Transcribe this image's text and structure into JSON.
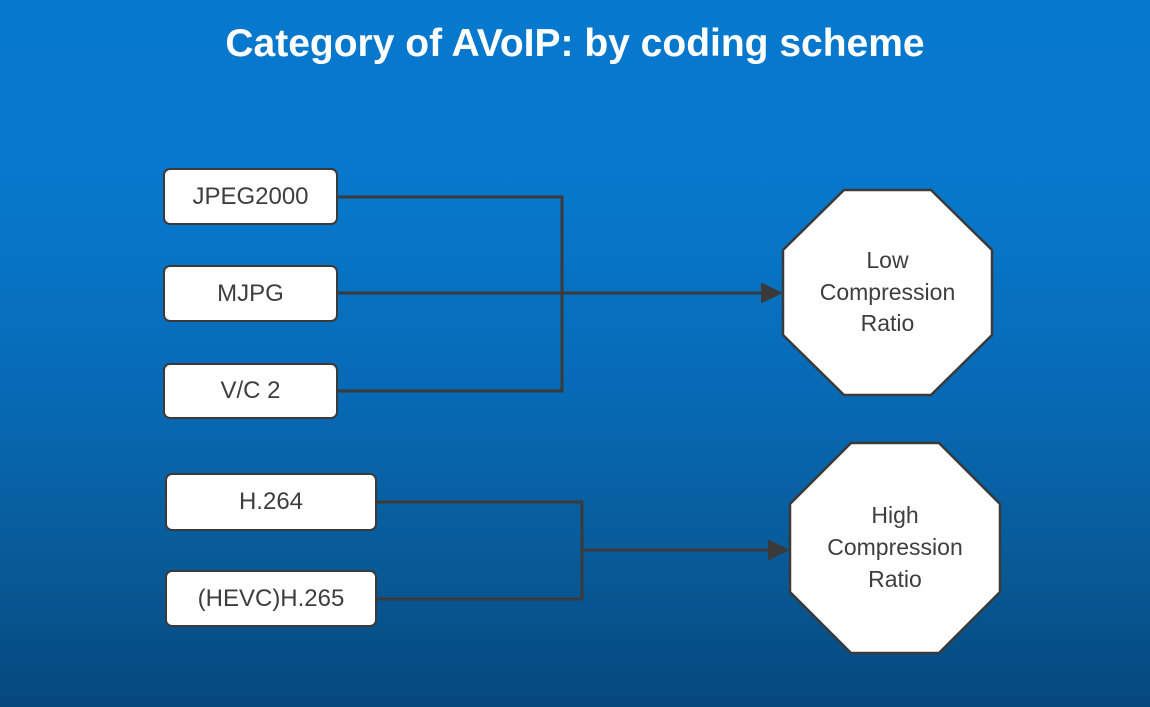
{
  "title": "Category of AVoIP: by coding scheme",
  "colors": {
    "background_top": "#0779CE",
    "background_bottom": "#05487E",
    "node_fill": "#FFFFFF",
    "node_border": "#3A3A3A",
    "node_text": "#3E3E3E",
    "connector": "#3A3A3A",
    "title_text": "#FFFFFF"
  },
  "groups": [
    {
      "id": "low-compression",
      "inputs": [
        "JPEG2000",
        "MJPG",
        "V/C 2"
      ],
      "output": "Low\nCompression\nRatio"
    },
    {
      "id": "high-compression",
      "inputs": [
        "H.264",
        "(HEVC)H.265"
      ],
      "output": "High\nCompression\nRatio"
    }
  ]
}
